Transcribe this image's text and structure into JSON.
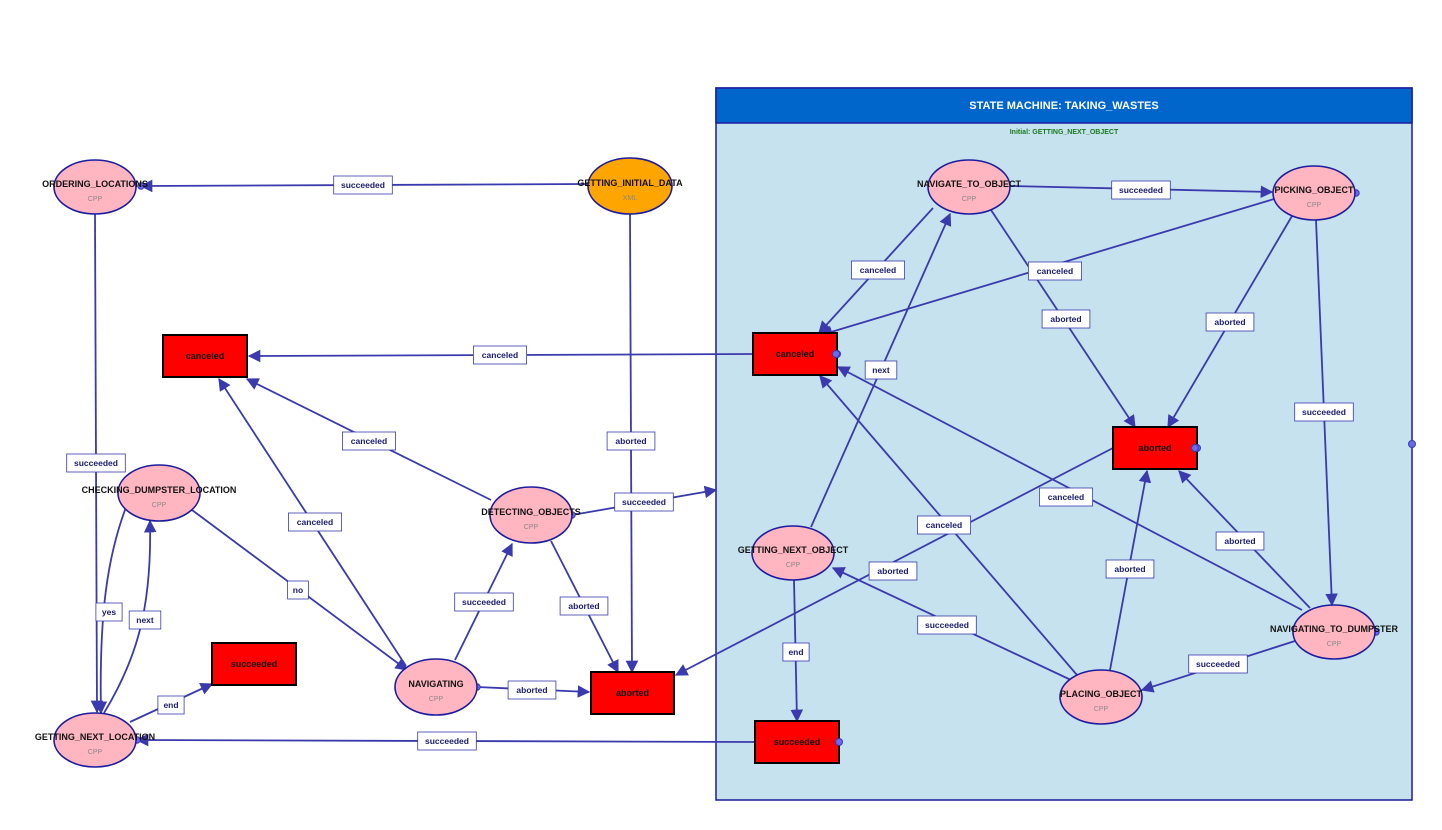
{
  "colors": {
    "state_fill": "#ffb6c1",
    "state_stroke": "#1c1c9e",
    "initial_state_fill": "#ffa500",
    "outcome_fill": "#ff0000",
    "outcome_stroke": "#000000",
    "edge": "#3a3aae",
    "container_fill": "#c5e2ee",
    "container_header": "#0066cc"
  },
  "state_machine": {
    "title": "STATE MACHINE: TAKING_WASTES",
    "initial": "Initial: GETTING_NEXT_OBJECT"
  },
  "states": [
    {
      "id": "ordering",
      "name": "ORDERING_LOCATIONS",
      "type": "CPP"
    },
    {
      "id": "getinit",
      "name": "GETTING_INITIAL_DATA",
      "type": "XML",
      "initial": true
    },
    {
      "id": "checking",
      "name": "CHECKING_DUMPSTER_LOCATION",
      "type": "CPP"
    },
    {
      "id": "detecting",
      "name": "DETECTING_OBJECTS",
      "type": "CPP"
    },
    {
      "id": "navigating",
      "name": "NAVIGATING",
      "type": "CPP"
    },
    {
      "id": "getnextloc",
      "name": "GETTING_NEXT_LOCATION",
      "type": "CPP"
    },
    {
      "id": "navobj",
      "name": "NAVIGATE_TO_OBJECT",
      "type": "CPP"
    },
    {
      "id": "picking",
      "name": "PICKING_OBJECT",
      "type": "CPP"
    },
    {
      "id": "getnextobj",
      "name": "GETTING_NEXT_OBJECT",
      "type": "CPP"
    },
    {
      "id": "navdump",
      "name": "NAVIGATING_TO_DUMPSTER",
      "type": "CPP"
    },
    {
      "id": "placing",
      "name": "PLACING_OBJECT",
      "type": "CPP"
    }
  ],
  "outcomes": [
    {
      "id": "o_canceled",
      "label": "canceled"
    },
    {
      "id": "o_succeeded",
      "label": "succeeded"
    },
    {
      "id": "o_aborted",
      "label": "aborted"
    },
    {
      "id": "i_canceled",
      "label": "canceled"
    },
    {
      "id": "i_aborted",
      "label": "aborted"
    },
    {
      "id": "i_succeeded",
      "label": "succeeded"
    }
  ],
  "transitions": [
    {
      "from": "getinit",
      "to": "ordering",
      "label": "succeeded"
    },
    {
      "from": "ordering",
      "to": "getnextloc",
      "label": "succeeded"
    },
    {
      "from": "getinit",
      "to": "o_aborted",
      "label": "aborted"
    },
    {
      "from": "getnextloc",
      "to": "checking",
      "label": "next"
    },
    {
      "from": "checking",
      "to": "getnextloc",
      "label": "yes"
    },
    {
      "from": "checking",
      "to": "navigating",
      "label": "no"
    },
    {
      "from": "getnextloc",
      "to": "o_succeeded",
      "label": "end"
    },
    {
      "from": "navigating",
      "to": "o_canceled",
      "label": "canceled"
    },
    {
      "from": "navigating",
      "to": "detecting",
      "label": "succeeded"
    },
    {
      "from": "navigating",
      "to": "o_aborted",
      "label": "aborted"
    },
    {
      "from": "detecting",
      "to": "o_canceled",
      "label": "canceled"
    },
    {
      "from": "detecting",
      "to": "o_aborted",
      "label": "aborted"
    },
    {
      "from": "detecting",
      "to": "container",
      "label": "succeeded"
    },
    {
      "from": "i_canceled",
      "to": "o_canceled",
      "label": "canceled"
    },
    {
      "from": "i_succeeded",
      "to": "getnextloc",
      "label": "succeeded"
    },
    {
      "from": "i_aborted",
      "to": "o_aborted",
      "label": "aborted"
    },
    {
      "from": "navobj",
      "to": "picking",
      "label": "succeeded"
    },
    {
      "from": "navobj",
      "to": "i_canceled",
      "label": "canceled"
    },
    {
      "from": "navobj",
      "to": "i_aborted",
      "label": "aborted"
    },
    {
      "from": "picking",
      "to": "i_canceled",
      "label": "canceled"
    },
    {
      "from": "picking",
      "to": "i_aborted",
      "label": "aborted"
    },
    {
      "from": "picking",
      "to": "navdump",
      "label": "succeeded"
    },
    {
      "from": "getnextobj",
      "to": "navobj",
      "label": "next"
    },
    {
      "from": "getnextobj",
      "to": "i_succeeded",
      "label": "end"
    },
    {
      "from": "navdump",
      "to": "i_canceled",
      "label": "canceled"
    },
    {
      "from": "navdump",
      "to": "i_aborted",
      "label": "aborted"
    },
    {
      "from": "navdump",
      "to": "placing",
      "label": "succeeded"
    },
    {
      "from": "placing",
      "to": "getnextobj",
      "label": "succeeded"
    },
    {
      "from": "placing",
      "to": "i_aborted",
      "label": "aborted"
    },
    {
      "from": "placing",
      "to": "i_canceled",
      "label": "canceled"
    }
  ]
}
